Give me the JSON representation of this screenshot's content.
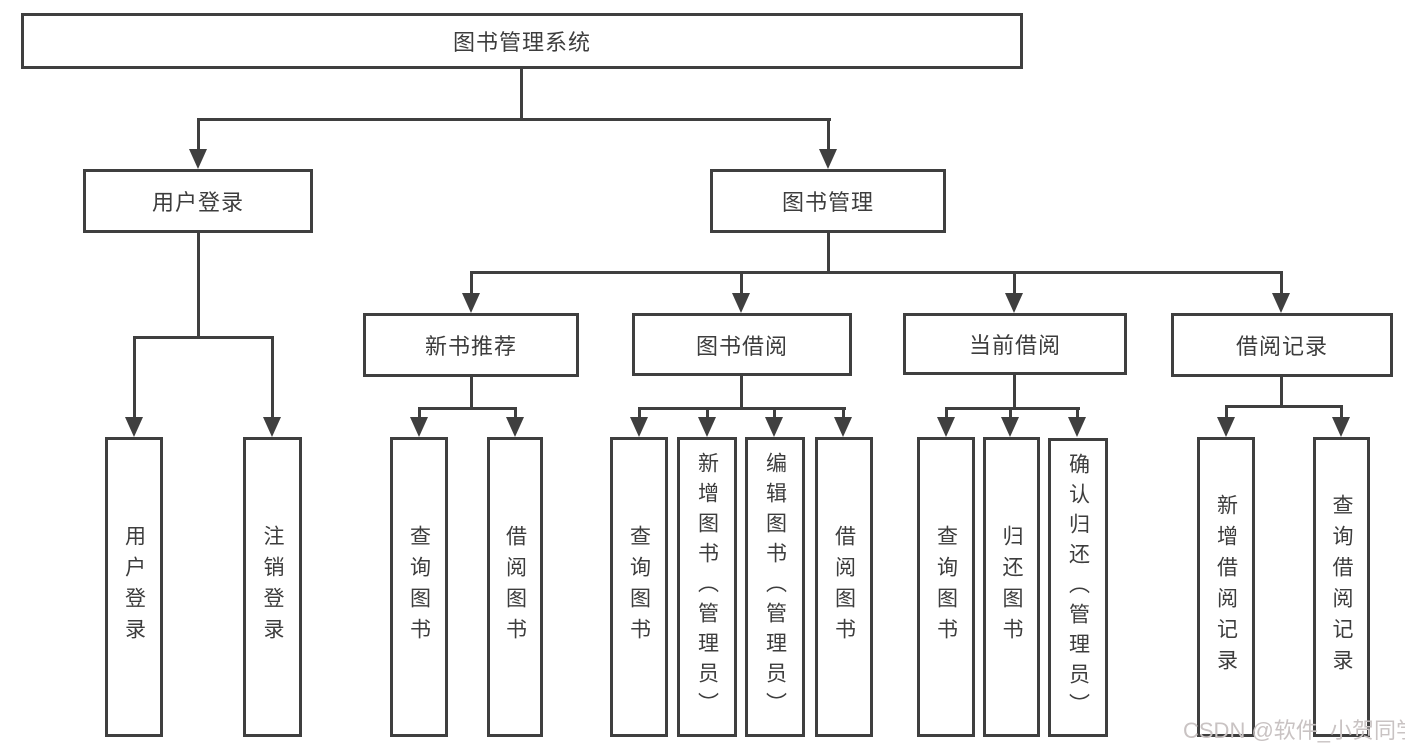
{
  "title": "图书管理系统",
  "modules": {
    "user_login": "用户登录",
    "book_management": "图书管理"
  },
  "submodules": {
    "new_book": "新书推荐",
    "book_borrow": "图书借阅",
    "current_borrow": "当前借阅",
    "borrow_record": "借阅记录"
  },
  "leaves": {
    "user_login": [
      "用户登录",
      "注销登录"
    ],
    "new_book": [
      "查询图书",
      "借阅图书"
    ],
    "book_borrow": [
      "查询图书",
      "新增图书（管理员）",
      "编辑图书（管理员）",
      "借阅图书"
    ],
    "current_borrow": [
      "查询图书",
      "归还图书",
      "确认归还（管理员）"
    ],
    "borrow_record": [
      "新增借阅记录",
      "查询借阅记录"
    ]
  },
  "watermark": "CSDN @软件_小贺同学",
  "colors": {
    "line": "#3f3f3f",
    "text": "#3d3d3d",
    "background": "#ffffff",
    "watermark": "#c9c3c3"
  }
}
